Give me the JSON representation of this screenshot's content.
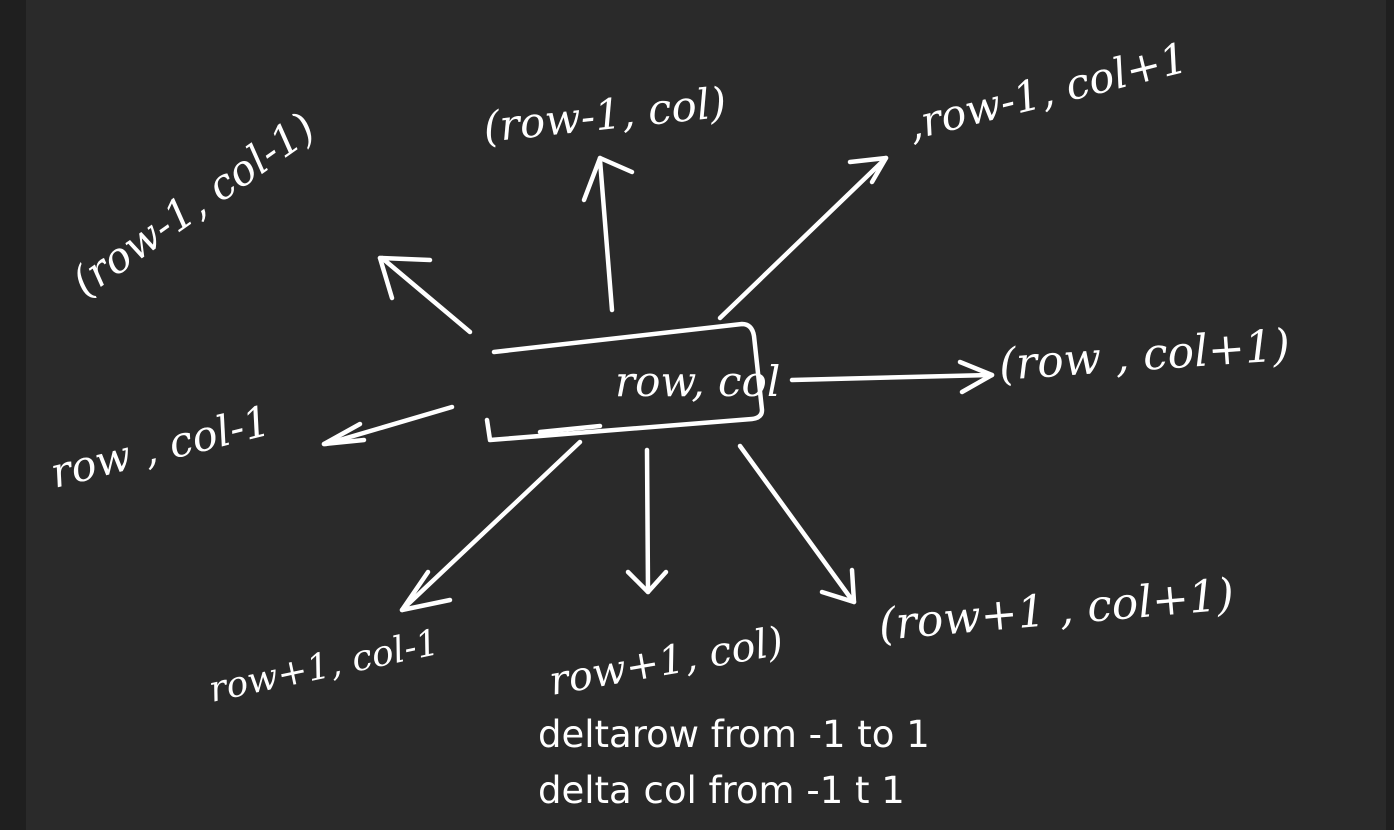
{
  "center": {
    "label": "row, col"
  },
  "neighbors": {
    "top_left": "(row-1, col-1)",
    "top": "(row-1, col)",
    "top_right": ",row-1, col+1",
    "left": "row , col-1",
    "right": "(row , col+1)",
    "bottom_left": "row+1, col-1",
    "bottom": "row+1, col)",
    "bottom_right": "(row+1 , col+1)"
  },
  "captions": {
    "line1": "deltarow from -1 to 1",
    "line2": "delta col from -1 t 1"
  }
}
